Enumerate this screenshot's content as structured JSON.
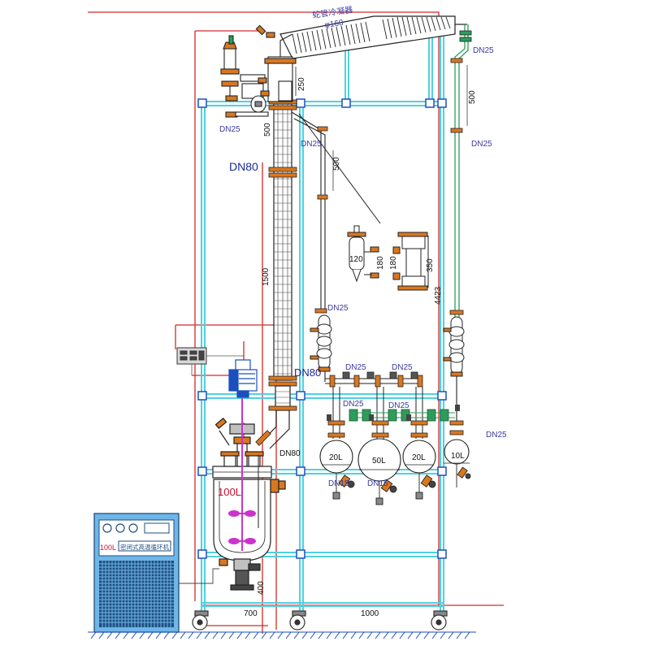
{
  "labels": {
    "condenser_title": "蛇管冷凝器",
    "condenser_diameter": "φ160",
    "dn25_top_right": "DN25",
    "dim_500_right": "500",
    "dn25_right_mid": "DN25",
    "dim_250": "250",
    "dn25_head_left": "DN25",
    "dim_500_column": "500",
    "dn25_side": "DN25",
    "dim_500_side": "500",
    "dn80_column": "DN80",
    "detail_120": "120",
    "detail_180_a": "180",
    "detail_180_b": "180",
    "detail_350": "350",
    "dim_1500": "1500",
    "dim_4423": "4423",
    "dn25_cooler": "DN25",
    "dn80_lower": "DN80",
    "dn25_manifold_a": "DN25",
    "dn25_manifold_b": "DN25",
    "dn25_manifold_c": "DN25",
    "dn25_manifold_d": "DN25",
    "dn25_receiver_right": "DN25",
    "dn80_flask_neck": "DN80",
    "receiver_20l_a": "20L",
    "receiver_50l": "50L",
    "receiver_20l_b": "20L",
    "receiver_10l": "10L",
    "valve_dn15_a": "DN15",
    "valve_dn15_b": "DN15",
    "reactor_100l": "100L",
    "circulator_capacity": "100L",
    "circulator_name": "密闭式高温循环机",
    "dim_400": "400",
    "dim_700": "700",
    "dim_1000": "1000"
  },
  "colors": {
    "frame_pipe": "#4fd1e0",
    "red_dimension": "#d42a2a",
    "flange_orange": "#d9771f",
    "valve_green": "#2e9c5a",
    "stirrer_magenta": "#cc33cc",
    "glass_outline": "#222222",
    "circulator_body": "#6fb6e8",
    "dimension_text": "#3a3aa0"
  }
}
